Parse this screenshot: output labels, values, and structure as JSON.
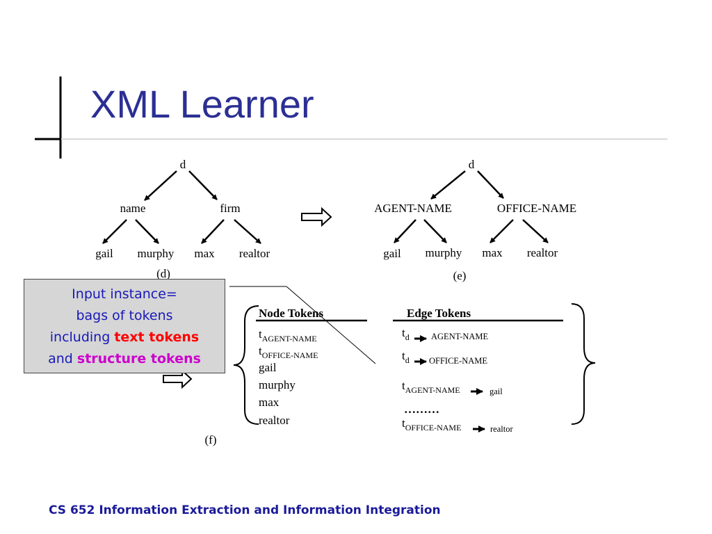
{
  "slide": {
    "title": "XML Learner",
    "footer": "CS 652 Information Extraction and Information Integration"
  },
  "tree_d": {
    "root": "d",
    "children": [
      "name",
      "firm"
    ],
    "leaves": [
      "gail",
      "murphy",
      "max",
      "realtor"
    ],
    "caption": "(d)"
  },
  "tree_e": {
    "root": "d",
    "children": [
      "AGENT-NAME",
      "OFFICE-NAME"
    ],
    "leaves": [
      "gail",
      "murphy",
      "max",
      "realtor"
    ],
    "caption": "(e)"
  },
  "tokens": {
    "node_header": "Node Tokens",
    "edge_header": "Edge Tokens",
    "node_items": {
      "t1_main": "t",
      "t1_sub": "AGENT-NAME",
      "t2_main": "t",
      "t2_sub": "OFFICE-NAME",
      "gail": "gail",
      "murphy": "murphy",
      "max": "max",
      "realtor": "realtor"
    },
    "edge_items": {
      "e1_main": "t",
      "e1_sub": "d",
      "e1_target": "AGENT-NAME",
      "e2_main": "t",
      "e2_sub": "d",
      "e2_target": "OFFICE-NAME",
      "e3_main": "t",
      "e3_sub": "AGENT-NAME",
      "e3_target": "gail",
      "ellipsis": "………",
      "e4_main": "t",
      "e4_sub": "OFFICE-NAME",
      "e4_target": "realtor"
    },
    "caption": "(f)"
  },
  "callout": {
    "line1": "Input instance=",
    "line2": "bags of tokens",
    "line3_prefix": "including",
    "line3_highlight": "text tokens",
    "line4_prefix": "and",
    "line4_highlight": "structure tokens"
  },
  "colors": {
    "title": "#2b2f93",
    "footer": "#1a1a9a",
    "callout_text": "#1818b8",
    "text_tokens": "#ff0000",
    "structure_tokens": "#cc00cc",
    "callout_bg": "#d6d6d6"
  }
}
